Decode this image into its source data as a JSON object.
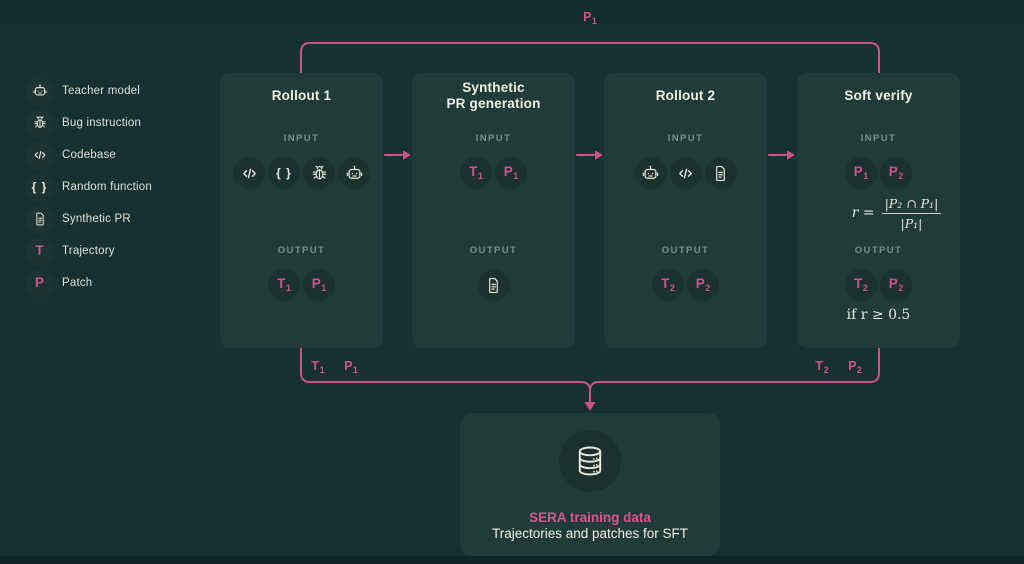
{
  "page": {
    "background": "#173031",
    "card_background": "#213b39",
    "circle_background": "#1b3230",
    "accent_pink": "#d0538e",
    "cream": "#e9e8da",
    "muted_label": "#7b8f8d"
  },
  "legend": {
    "items": [
      {
        "icon": "robot-icon",
        "label": "Teacher model"
      },
      {
        "icon": "bug-icon",
        "label": "Bug instruction"
      },
      {
        "icon": "code-icon",
        "label": "Codebase"
      },
      {
        "icon": "braces-icon",
        "label": "Random function"
      },
      {
        "icon": "document-icon",
        "label": "Synthetic PR"
      },
      {
        "token": "T",
        "label": "Trajectory"
      },
      {
        "token": "P",
        "label": "Patch"
      }
    ]
  },
  "flow": {
    "top_label": {
      "base": "P",
      "sub": "1"
    },
    "bottom_labels": [
      {
        "base": "T",
        "sub": "1"
      },
      {
        "base": "P",
        "sub": "1"
      },
      {
        "base": "T",
        "sub": "2"
      },
      {
        "base": "P",
        "sub": "2"
      }
    ]
  },
  "cards": [
    {
      "title_lines": [
        "Rollout 1"
      ],
      "input_label": "INPUT",
      "output_label": "OUTPUT",
      "inputs": [
        {
          "icon": "code-icon"
        },
        {
          "icon": "braces-icon"
        },
        {
          "icon": "bug-icon"
        },
        {
          "icon": "robot-icon"
        }
      ],
      "outputs": [
        {
          "base": "T",
          "sub": "1"
        },
        {
          "base": "P",
          "sub": "1"
        }
      ]
    },
    {
      "title_lines": [
        "Synthetic",
        "PR generation"
      ],
      "input_label": "INPUT",
      "output_label": "OUTPUT",
      "inputs": [
        {
          "base": "T",
          "sub": "1"
        },
        {
          "base": "P",
          "sub": "1"
        }
      ],
      "outputs": [
        {
          "icon": "document-icon"
        }
      ]
    },
    {
      "title_lines": [
        "Rollout 2"
      ],
      "input_label": "INPUT",
      "output_label": "OUTPUT",
      "inputs": [
        {
          "icon": "robot-icon"
        },
        {
          "icon": "code-icon"
        },
        {
          "icon": "document-icon"
        }
      ],
      "outputs": [
        {
          "base": "T",
          "sub": "2"
        },
        {
          "base": "P",
          "sub": "2"
        }
      ]
    },
    {
      "title_lines": [
        "Soft verify"
      ],
      "input_label": "INPUT",
      "output_label": "OUTPUT",
      "inputs": [
        {
          "base": "P",
          "sub": "1"
        },
        {
          "base": "P",
          "sub": "2"
        }
      ],
      "outputs": [
        {
          "base": "T",
          "sub": "2"
        },
        {
          "base": "P",
          "sub": "2"
        }
      ],
      "formula": {
        "lhs": "r =",
        "numerator": "|P₂ ∩ P₁|",
        "denominator": "|P₁|"
      },
      "condition": "if r ≥ 0.5"
    }
  ],
  "result_box": {
    "icon": "database-icon",
    "title": "SERA training data",
    "subtitle": "Trajectories and patches for SFT"
  }
}
